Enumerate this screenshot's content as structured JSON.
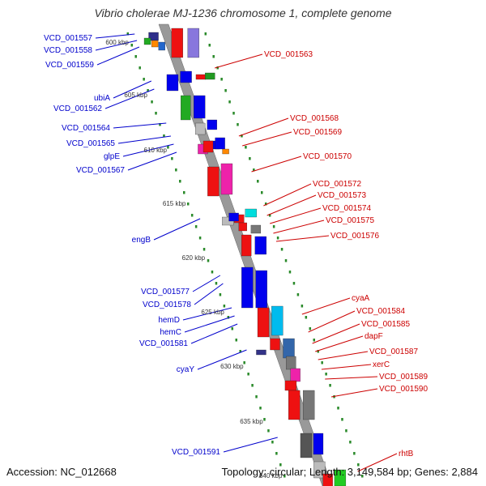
{
  "title": "Vibrio cholerae MJ-1236 chromosome 1, complete genome",
  "footer": {
    "accession": "Accession: NC_012668",
    "summary": "Topology: circular; Length: 3,149,584 bp; Genes: 2,884"
  },
  "colors": {
    "left_label": "#0000cc",
    "right_label": "#cc0000",
    "backbone": "#999999",
    "tick": "#2a8a2a"
  },
  "kbp_markers": [
    "600 kbp",
    "605 kbp",
    "610 kbp",
    "615 kbp",
    "620 kbp",
    "625 kbp",
    "630 kbp",
    "635 kbp",
    "640 kbp"
  ],
  "left_genes": [
    "VCD_001557",
    "VCD_001558",
    "VCD_001559",
    "ubiA",
    "VCD_001562",
    "VCD_001564",
    "VCD_001565",
    "glpE",
    "VCD_001567",
    "engB",
    "VCD_001577",
    "VCD_001578",
    "hemD",
    "hemC",
    "VCD_001581",
    "cyaY",
    "VCD_001591"
  ],
  "right_genes": [
    "VCD_001563",
    "VCD_001568",
    "VCD_001569",
    "VCD_001570",
    "VCD_001572",
    "VCD_001573",
    "VCD_001574",
    "VCD_001575",
    "VCD_001576",
    "cyaA",
    "VCD_001584",
    "VCD_001585",
    "dapF",
    "VCD_001587",
    "xerC",
    "VCD_001589",
    "VCD_001590",
    "rhtB"
  ]
}
